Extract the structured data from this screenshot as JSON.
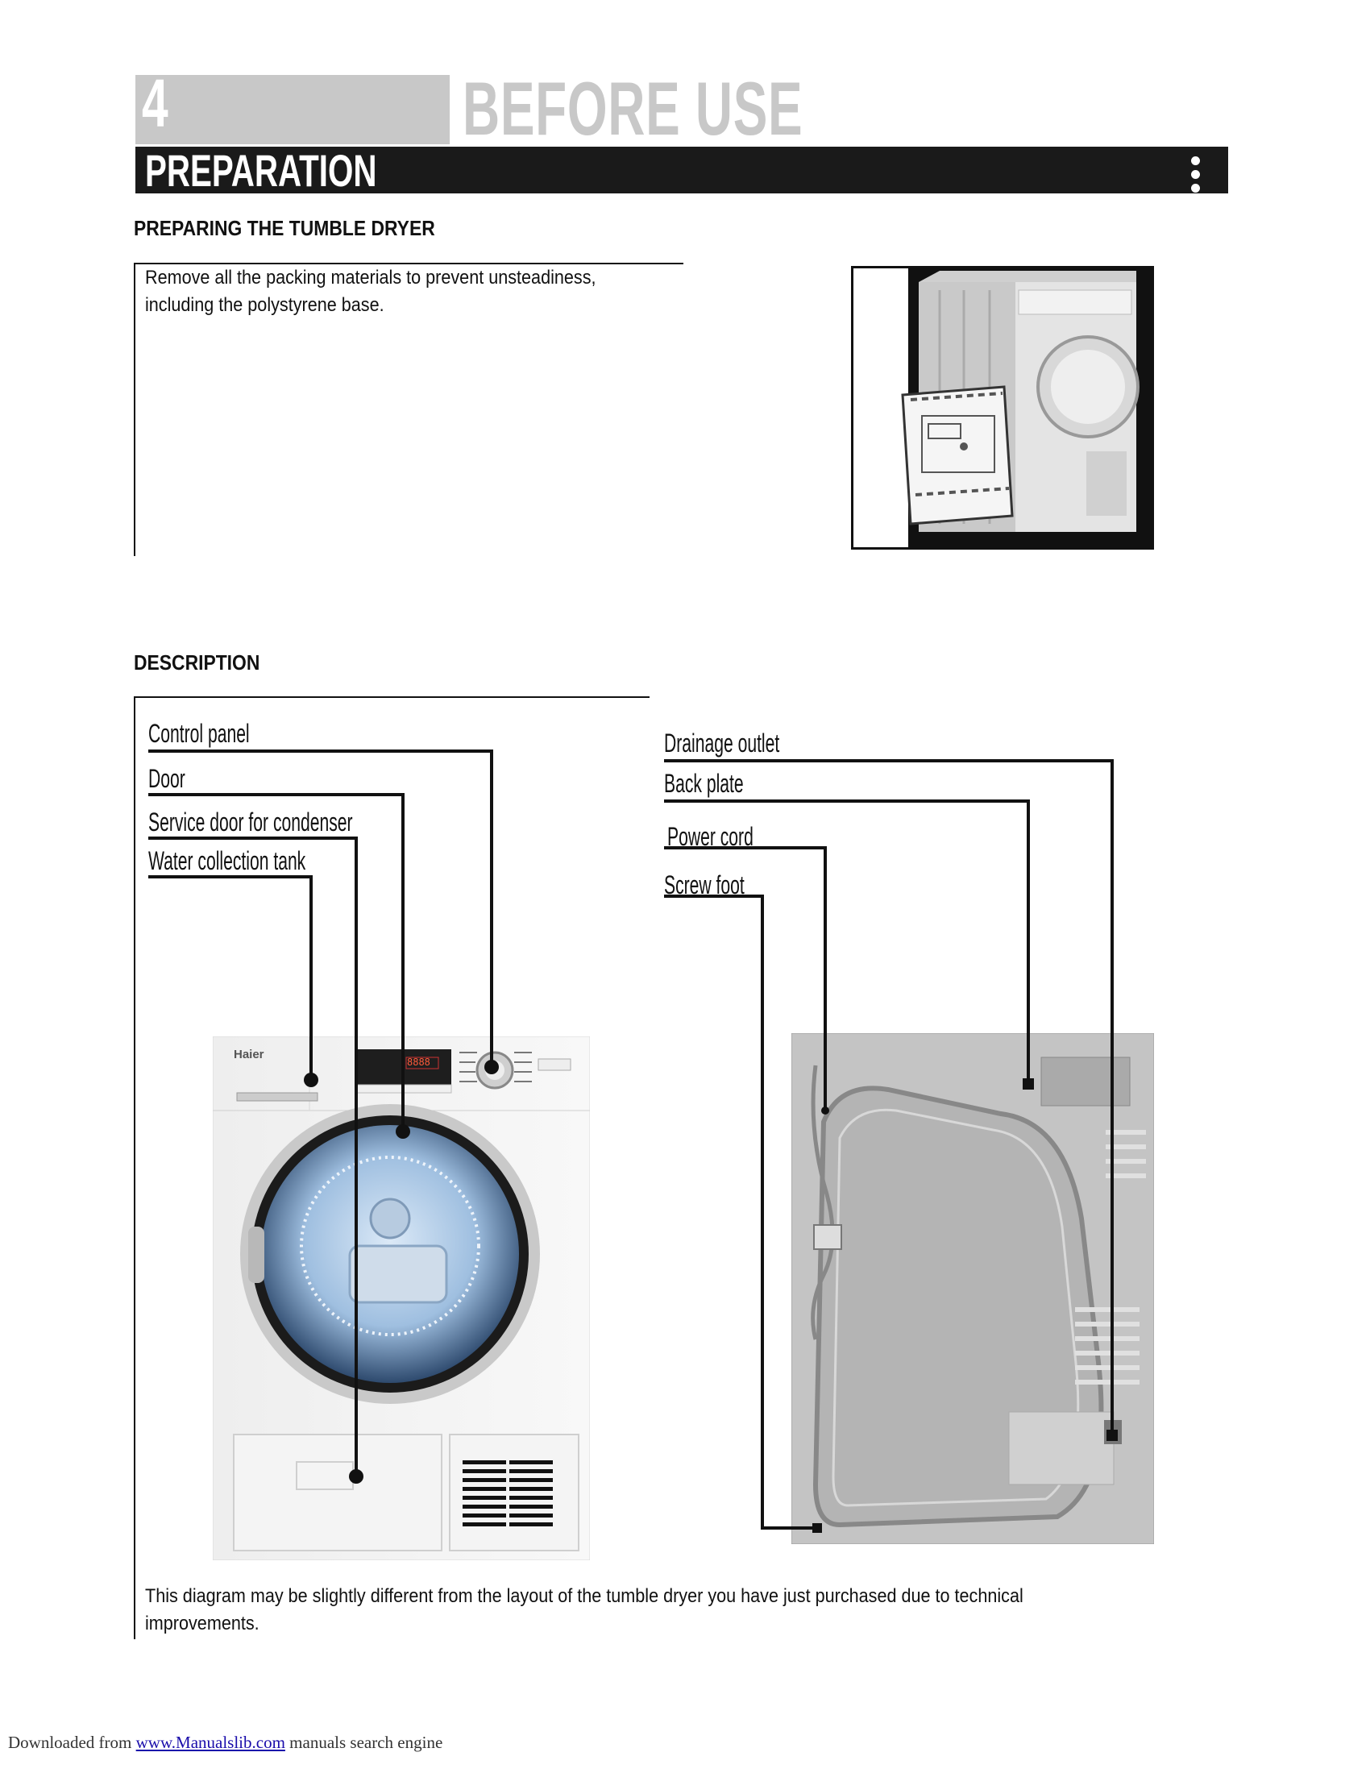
{
  "header": {
    "chapter_number": "4",
    "chapter_title": "BEFORE USE",
    "section_bar": "PREPARATION"
  },
  "preparing": {
    "heading": "PREPARING THE TUMBLE DRYER",
    "text_line1": "Remove all the packing materials to prevent unsteadiness,",
    "text_line2": "including the polystyrene base."
  },
  "description": {
    "heading": "DESCRIPTION",
    "front_labels": [
      "Control panel",
      "Door",
      "Service door for condenser",
      "Water collection tank"
    ],
    "back_labels": [
      "Drainage outlet",
      "Back plate",
      "Power cord",
      "Screw foot"
    ],
    "brand": "Haier",
    "display_digits": "8888",
    "note_line1": "This diagram may be slightly different from the layout of the tumble dryer you have just purchased due to technical",
    "note_line2": "improvements."
  },
  "footer": {
    "prefix": "Downloaded from ",
    "link": "www.Manualslib.com",
    "suffix": "  manuals search engine"
  }
}
